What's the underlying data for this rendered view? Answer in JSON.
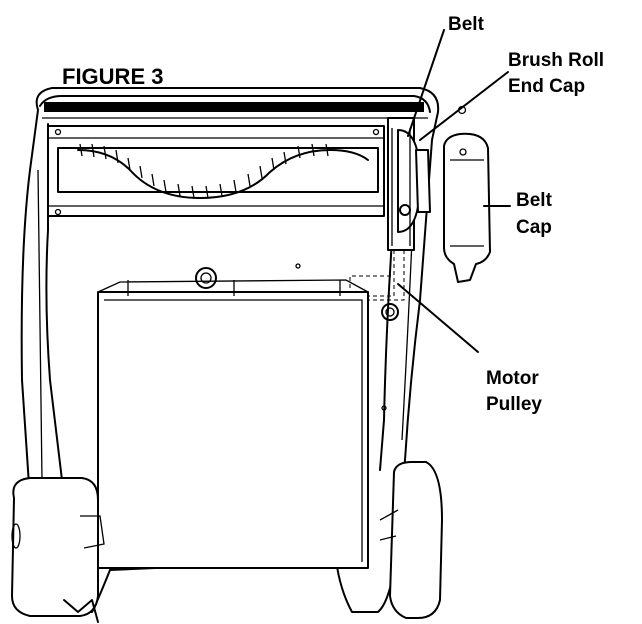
{
  "figure": {
    "title": "FIGURE 3",
    "labels": {
      "belt": "Belt",
      "brush_roll_line1": "Brush Roll",
      "brush_roll_line2": "End Cap",
      "belt_cap_line1": "Belt",
      "belt_cap_line2": "Cap",
      "motor_pulley_line1": "Motor",
      "motor_pulley_line2": "Pulley"
    }
  },
  "colors": {
    "line": "#000000",
    "background": "#ffffff"
  }
}
